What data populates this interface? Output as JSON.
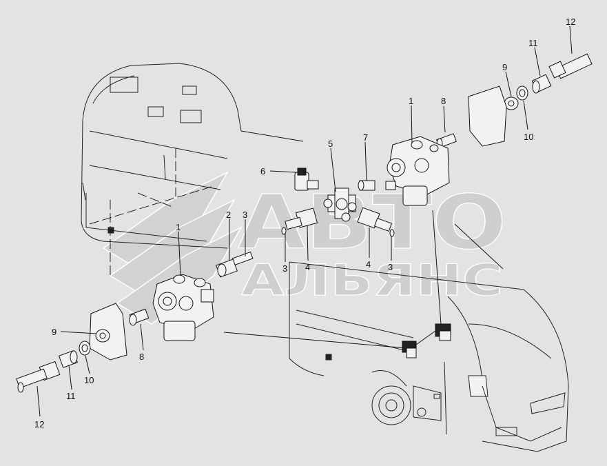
{
  "watermark": {
    "line1": "АВТО",
    "line2": "АЛЬЯНС"
  },
  "callouts": [
    {
      "id": "c12a",
      "text": "12"
    },
    {
      "id": "c11a",
      "text": "11"
    },
    {
      "id": "c9a",
      "text": "9"
    },
    {
      "id": "c10a",
      "text": "10"
    },
    {
      "id": "c8a",
      "text": "8"
    },
    {
      "id": "c1a",
      "text": "1"
    },
    {
      "id": "c7",
      "text": "7"
    },
    {
      "id": "c5",
      "text": "5"
    },
    {
      "id": "c6",
      "text": "6"
    },
    {
      "id": "c2",
      "text": "2"
    },
    {
      "id": "c3a",
      "text": "3"
    },
    {
      "id": "c1b",
      "text": "1"
    },
    {
      "id": "c3b",
      "text": "3"
    },
    {
      "id": "c4a",
      "text": "4"
    },
    {
      "id": "c4b",
      "text": "4"
    },
    {
      "id": "c3c",
      "text": "3"
    },
    {
      "id": "c9b",
      "text": "9"
    },
    {
      "id": "c8b",
      "text": "8"
    },
    {
      "id": "c10b",
      "text": "10"
    },
    {
      "id": "c11b",
      "text": "11"
    },
    {
      "id": "c12b",
      "text": "12"
    }
  ]
}
